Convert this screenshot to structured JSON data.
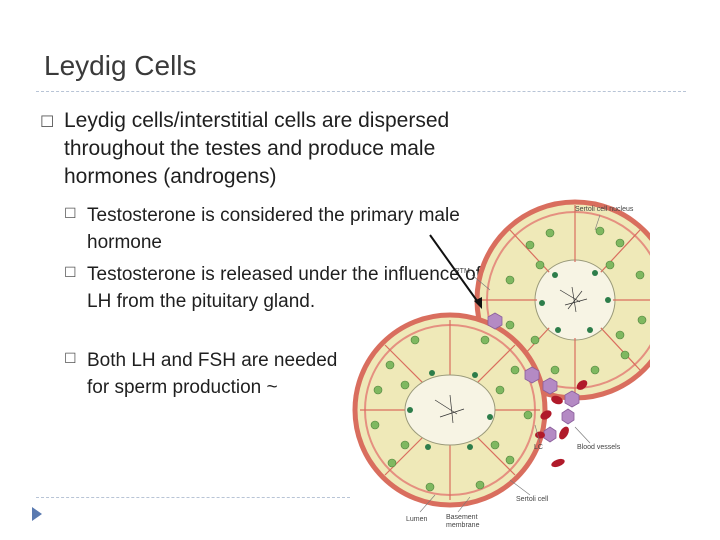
{
  "slide": {
    "title": "Leydig Cells",
    "main_bullet": "Leydig cells/interstitial cells are dispersed throughout the testes and produce  male hormones (androgens)",
    "sub_bullets": [
      "Testosterone is considered the primary male hormone",
      "Testosterone is released under the influence of LH from the pituitary gland.",
      "Both LH and FSH are needed for sperm production ~"
    ]
  },
  "diagram": {
    "labels": {
      "sertoli_nucleus": "Sertoli cell nucleus",
      "ptm": "PTM",
      "lc": "LC",
      "blood_vessels": "Blood vessels",
      "sertoli_cell": "Sertoli cell",
      "lumen": "Lumen",
      "basement_membrane_1": "Basement",
      "basement_membrane_2": "membrane"
    },
    "colors": {
      "tubule_fill": "#efe9b8",
      "tubule_ring": "#d96e5e",
      "leydig_cell": "#b48ac4",
      "blood_vessel": "#b01a2a",
      "germ_cell": "#7fb860",
      "spermatid": "#2d7d4a"
    }
  },
  "theme": {
    "rule_color": "#b8c4d6",
    "nav_arrow_color": "#5a7ab0"
  }
}
